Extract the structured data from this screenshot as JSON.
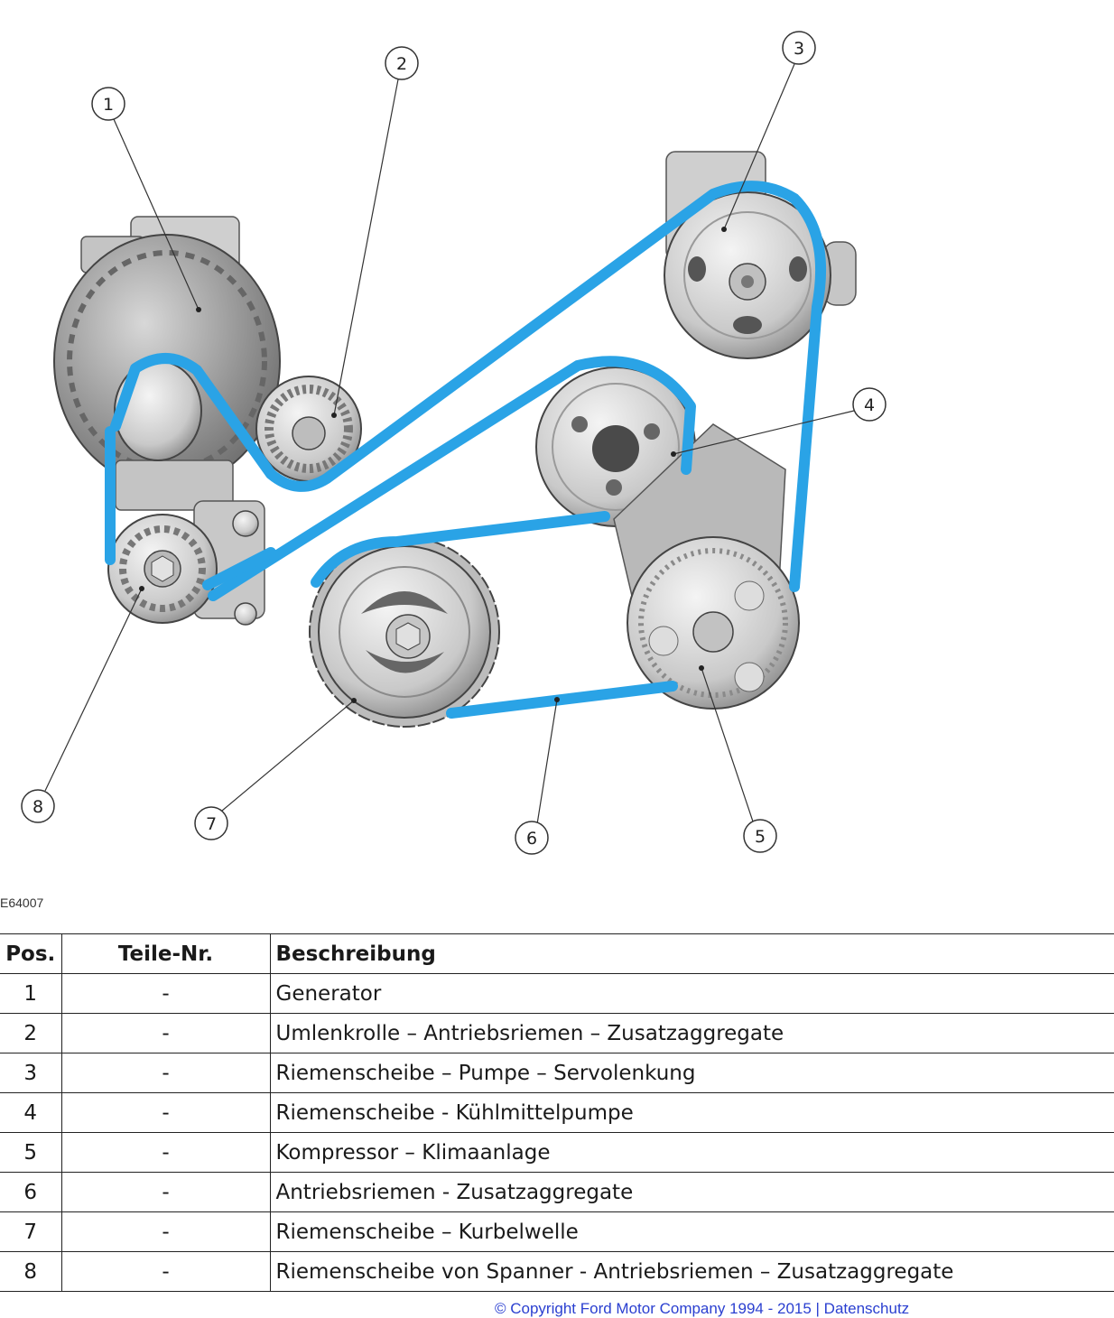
{
  "figure_id": "E64007",
  "callouts": [
    "1",
    "2",
    "3",
    "4",
    "5",
    "6",
    "7",
    "8"
  ],
  "belt_color": "#2aa3e6",
  "table": {
    "headers": {
      "pos": "Pos.",
      "part_no": "Teile-Nr.",
      "description": "Beschreibung"
    },
    "rows": [
      {
        "pos": "1",
        "part_no": "-",
        "description": "Generator"
      },
      {
        "pos": "2",
        "part_no": "-",
        "description": "Umlenkrolle – Antriebsriemen – Zusatzaggregate"
      },
      {
        "pos": "3",
        "part_no": "-",
        "description": "Riemenscheibe – Pumpe – Servolenkung"
      },
      {
        "pos": "4",
        "part_no": "-",
        "description": "Riemenscheibe - Kühlmittelpumpe"
      },
      {
        "pos": "5",
        "part_no": "-",
        "description": "Kompressor – Klimaanlage"
      },
      {
        "pos": "6",
        "part_no": "-",
        "description": "Antriebsriemen - Zusatzaggregate"
      },
      {
        "pos": "7",
        "part_no": "-",
        "description": "Riemenscheibe – Kurbelwelle"
      },
      {
        "pos": "8",
        "part_no": "-",
        "description": "Riemenscheibe von Spanner - Antriebsriemen – Zusatzaggregate"
      }
    ]
  },
  "footer": "© Copyright Ford Motor Company 1994 - 2015 | Datenschutz"
}
